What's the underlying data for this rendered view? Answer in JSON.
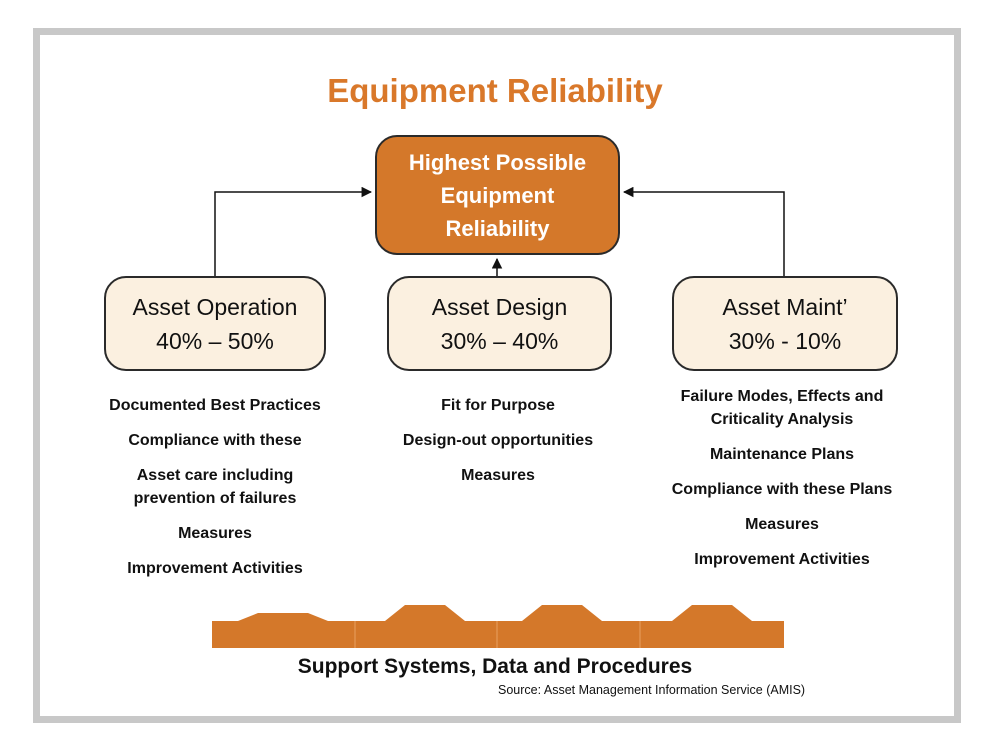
{
  "title": "Equipment Reliability",
  "goal": {
    "line1": "Highest Possible",
    "line2": "Equipment",
    "line3": "Reliability"
  },
  "pillars": [
    {
      "name": "Asset Operation",
      "share": "40% – 50%",
      "items": [
        "Documented Best Practices",
        "Compliance with these",
        "Asset care including prevention of failures",
        "Measures",
        "Improvement Activities"
      ]
    },
    {
      "name": "Asset Design",
      "share": "30% – 40%",
      "items": [
        "Fit for Purpose",
        "Design-out opportunities",
        "Measures"
      ]
    },
    {
      "name": "Asset Maint’",
      "share": "30% - 10%",
      "items": [
        "Failure Modes, Effects and Criticality Analysis",
        "Maintenance Plans",
        "Compliance with these Plans",
        "Measures",
        "Improvement Activities"
      ]
    }
  ],
  "support": "Support Systems, Data and Procedures",
  "source": "Source: Asset Management Information Service (AMIS)",
  "colors": {
    "accent": "#d4782a",
    "pillar_fill": "#fbf0e0"
  }
}
